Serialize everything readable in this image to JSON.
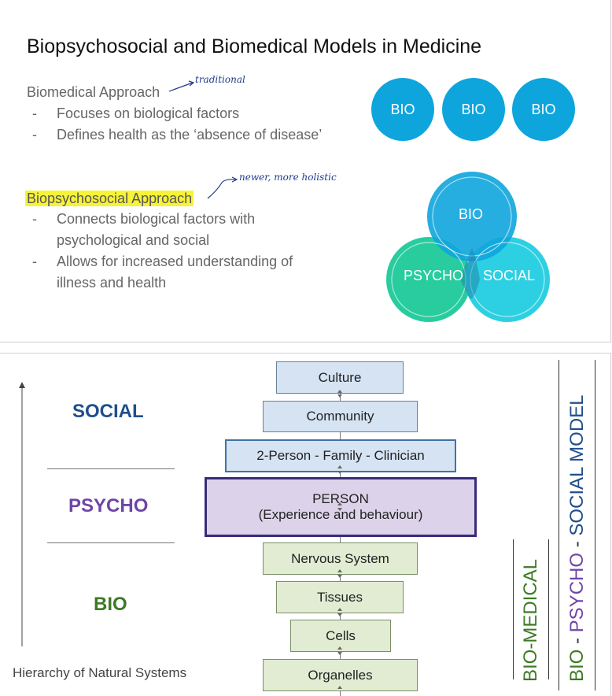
{
  "slide1": {
    "title": "Biopsychosocial and Biomedical Models in Medicine",
    "biomedical": {
      "heading": "Biomedical Approach",
      "annotation": "traditional",
      "bullets": [
        "Focuses on biological factors",
        "Defines health as the ‘absence of disease’"
      ]
    },
    "biopsychosocial": {
      "heading": "Biopsychosocial Approach",
      "annotation": "newer, more holistic",
      "bullets": [
        [
          "Connects biological factors with",
          "psychological and social"
        ],
        [
          "Allows for increased understanding of",
          "illness and health"
        ]
      ]
    },
    "bio_circles": [
      "BIO",
      "BIO",
      "BIO"
    ],
    "venn": {
      "top": "BIO",
      "left": "PSYCHO",
      "right": "SOCIAL"
    },
    "colors": {
      "bio": "#0ea5dd",
      "psycho": "#1cc99a",
      "social": "#22cde0",
      "highlight": "#f7f336"
    }
  },
  "slide2": {
    "levels": {
      "social": "SOCIAL",
      "psycho": "PSYCHO",
      "bio": "BIO"
    },
    "level_colors": {
      "social": "#1f4e8c",
      "psycho": "#6f45a8",
      "bio": "#3d7a24"
    },
    "hierarchy_label": "Hierarchy of Natural Systems",
    "boxes": {
      "culture": "Culture",
      "community": "Community",
      "two_person": "2-Person - Family - Clinician",
      "person_line1": "PERSON",
      "person_line2": "(Experience and behaviour)",
      "nervous": "Nervous System",
      "tissues": "Tissues",
      "cells": "Cells",
      "organelles": "Organelles"
    },
    "vertical": {
      "biomedical": "BIO-MEDICAL",
      "bps_bio": "BIO",
      "bps_psycho": "PSYCHO",
      "bps_social": "SOCIAL MODEL",
      "sep": " - "
    }
  }
}
